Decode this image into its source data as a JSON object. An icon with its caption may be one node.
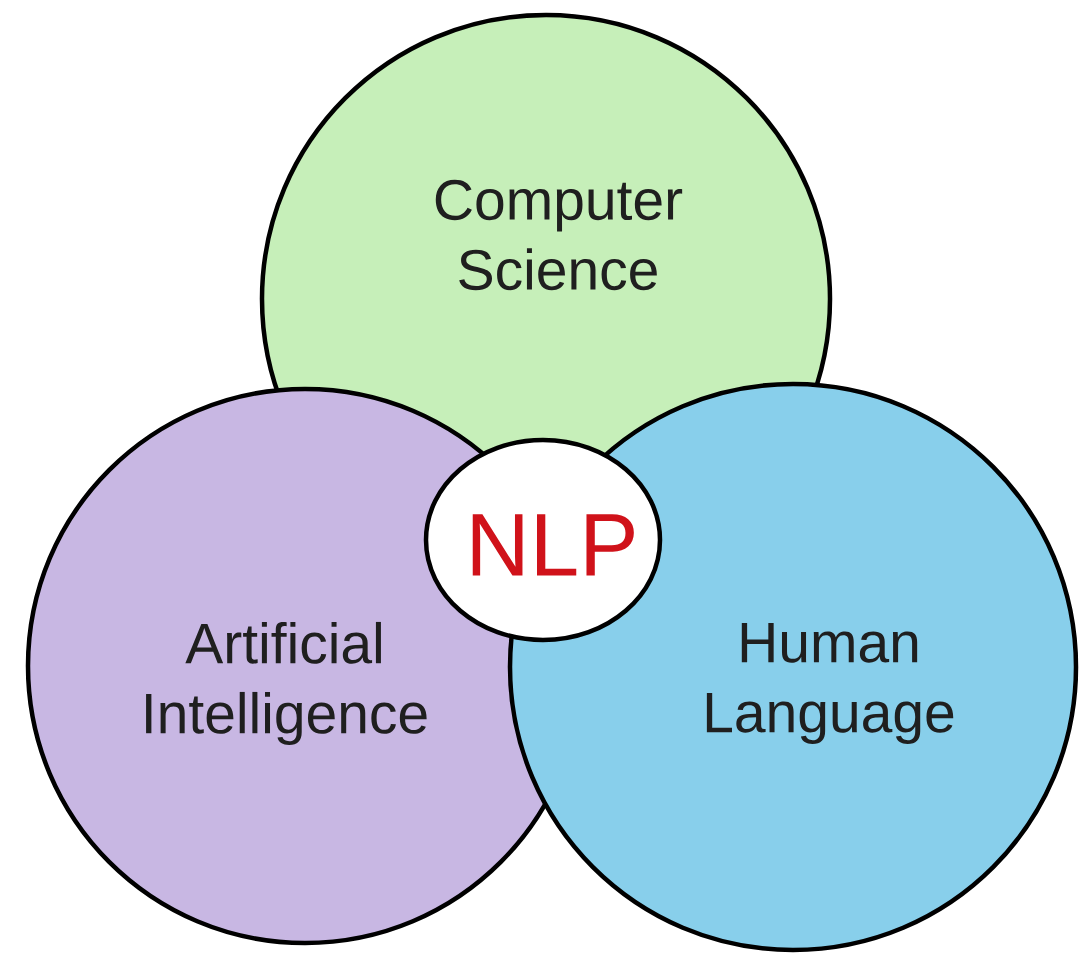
{
  "diagram": {
    "nodes": [
      {
        "text": [
          "Computer Science"
        ]
      },
      {
        "text": [
          "NLP"
        ]
      },
      {
        "text": [
          "Artificial Intelligence"
        ]
      },
      {
        "text": [
          "Human Language"
        ]
      }
    ]
  }
}
